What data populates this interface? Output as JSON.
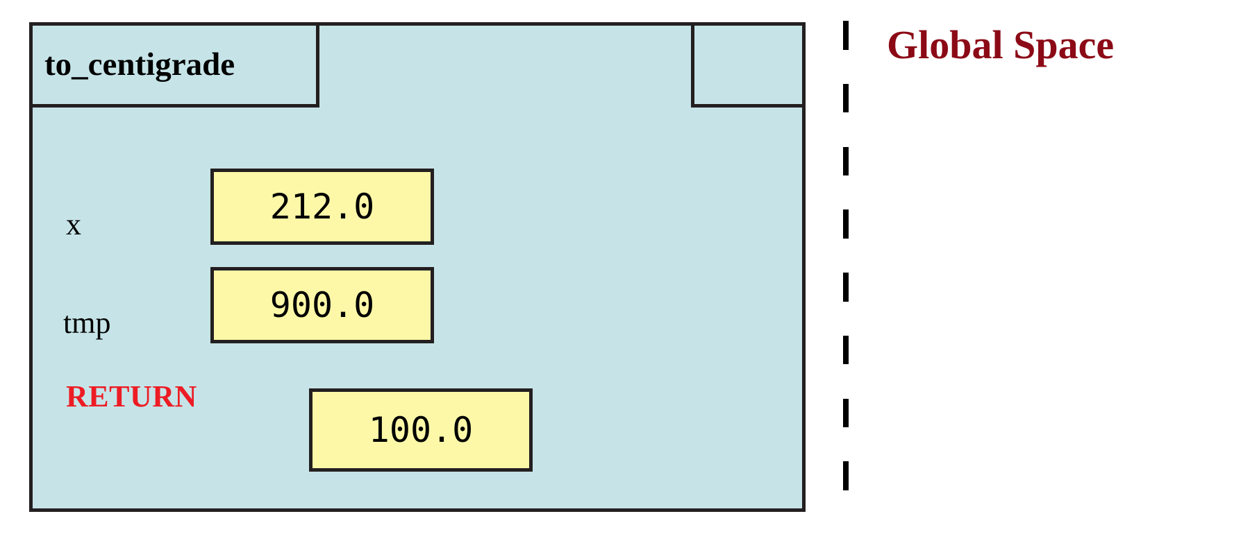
{
  "diagram": {
    "type": "call-frame-diagram",
    "colors": {
      "frame_fill": "#c6e4e8",
      "frame_border": "#231f20",
      "value_box_fill": "#fcf8a8",
      "value_box_border": "#231f20",
      "return_label": "#ed1c24",
      "global_space_heading": "#8b0a16",
      "divider": "#000000",
      "page_background": "#ffffff"
    }
  },
  "call_frame": {
    "function_name": "to_centigrade",
    "header": {
      "name_cell_label": "to_centigrade",
      "middle_cell_label": "",
      "right_cell_label": ""
    },
    "variables": [
      {
        "name": "x",
        "value": "212.0"
      },
      {
        "name": "tmp",
        "value": "900.0"
      }
    ],
    "return": {
      "label": "RETURN",
      "value": "100.0"
    }
  },
  "global_space": {
    "heading": "Global Space",
    "divider": {
      "style": "dashed-vertical",
      "dash_count": 8
    }
  }
}
